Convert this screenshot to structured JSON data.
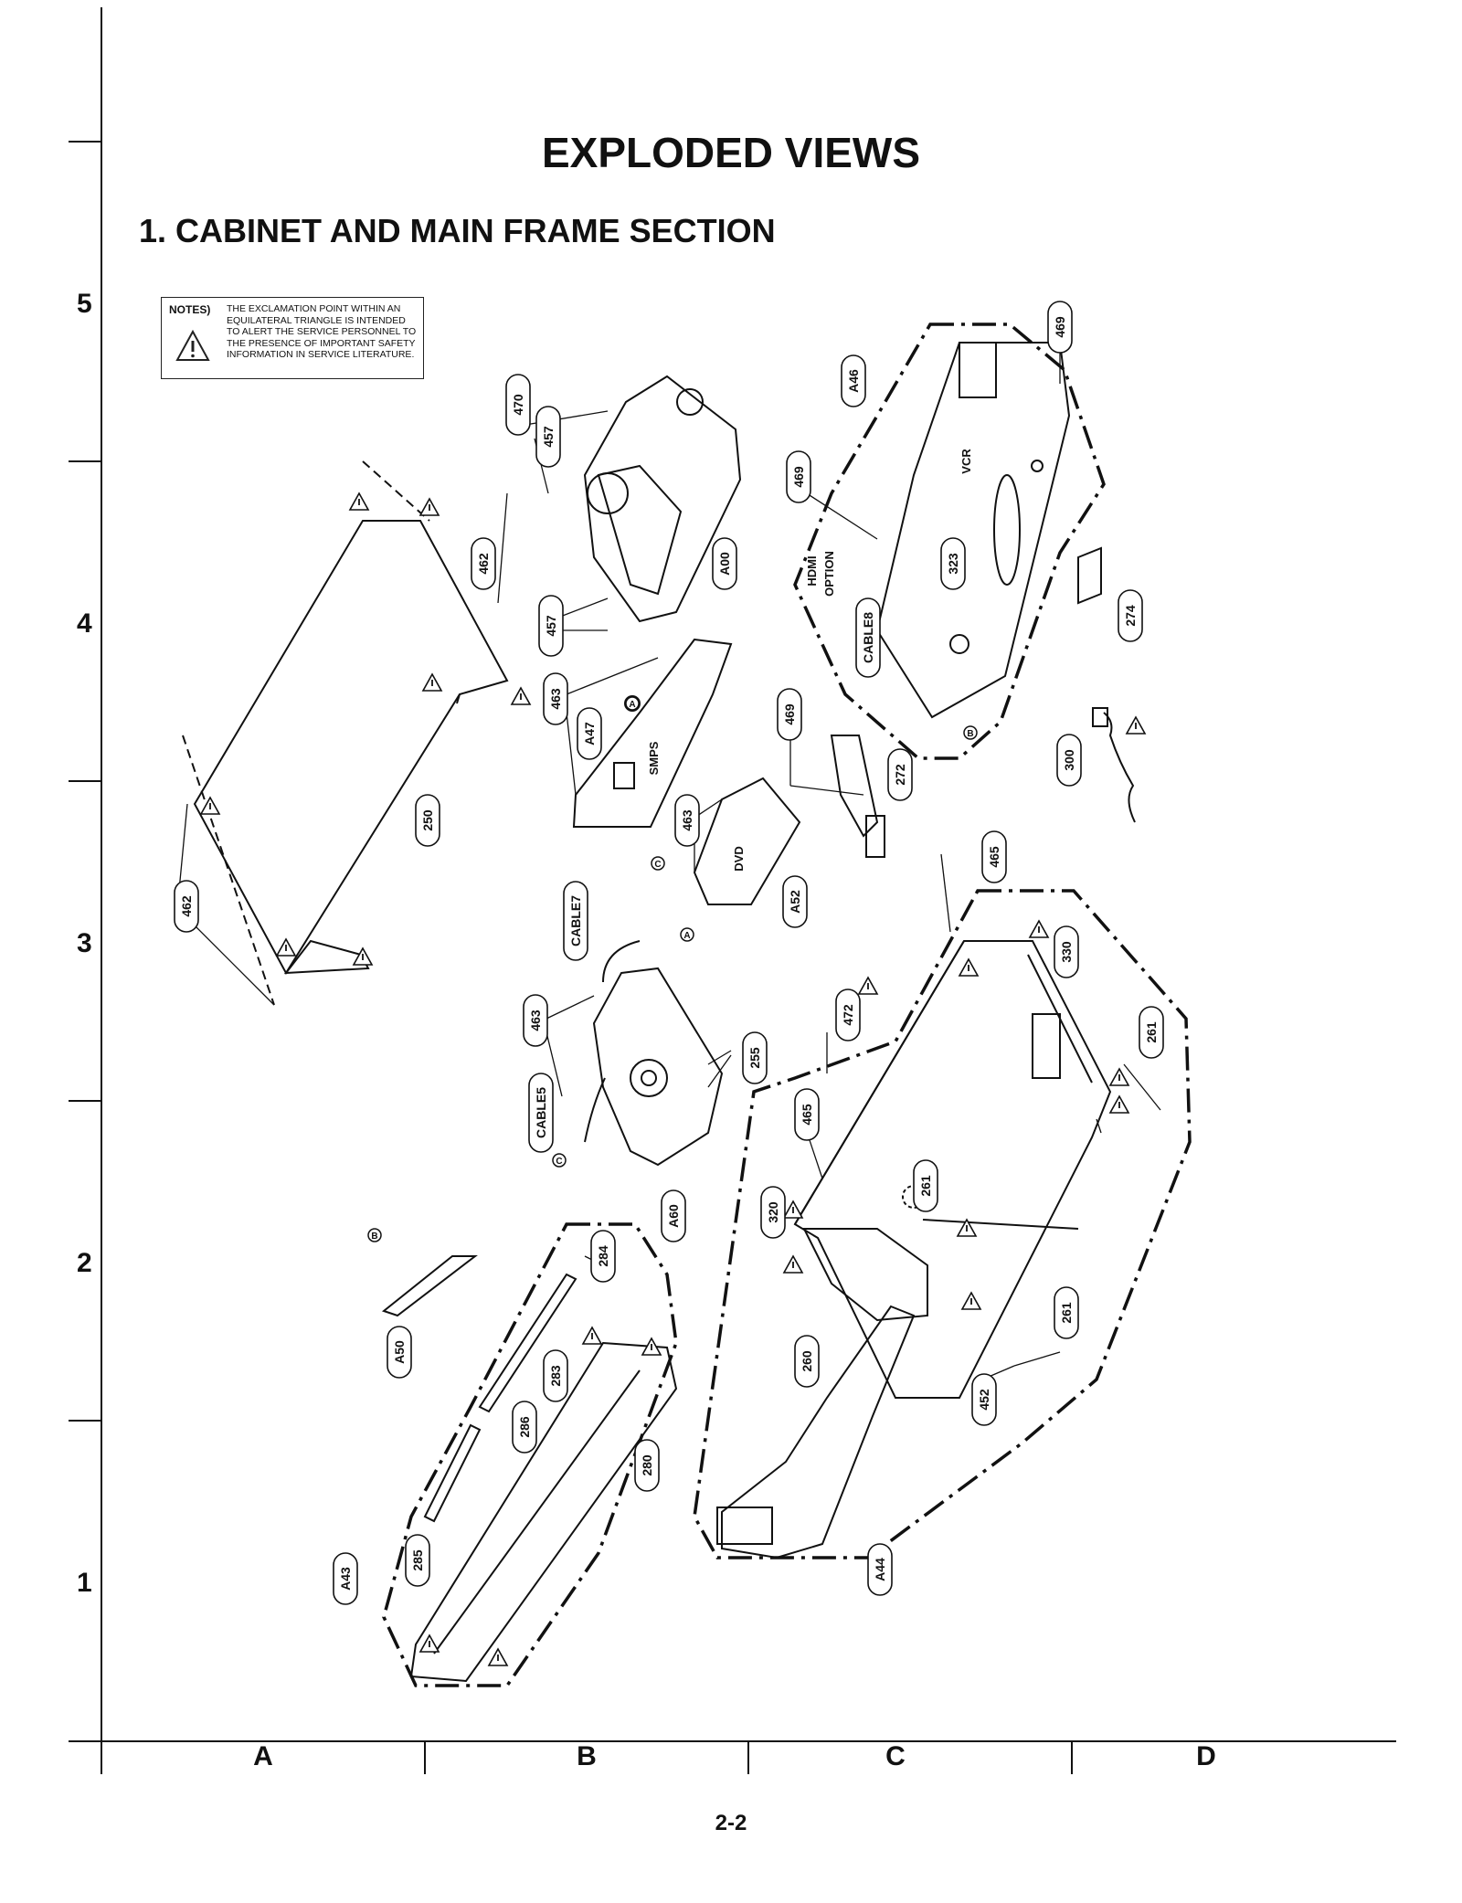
{
  "header": {
    "title": "EXPLODED VIEWS",
    "section": "1. CABINET AND MAIN FRAME SECTION"
  },
  "notes": {
    "label": "NOTES)",
    "text": "THE EXCLAMATION POINT WITHIN AN EQUILATERAL TRIANGLE IS INTENDED TO ALERT THE SERVICE PERSONNEL TO THE PRESENCE OF IMPORTANT SAFETY INFORMATION IN SERVICE LITERATURE.",
    "icon": "warning-triangle-icon"
  },
  "grid": {
    "rows": [
      "5",
      "4",
      "3",
      "2",
      "1"
    ],
    "columns": [
      "A",
      "B",
      "C",
      "D"
    ]
  },
  "part_labels": {
    "p470": "470",
    "p457a": "457",
    "p457b": "457",
    "p469a": "469",
    "p469b": "469",
    "p469c": "469",
    "a46": "A46",
    "a00": "A00",
    "p462a": "462",
    "p462b": "462",
    "hdmi": "HDMI",
    "option": "OPTION",
    "vcr": "VCR",
    "p323": "323",
    "cable8": "CABLE8",
    "p274": "274",
    "p463a": "463",
    "p463b": "463",
    "p463c": "463",
    "a47": "A47",
    "smps": "SMPS",
    "p272": "272",
    "p300": "300",
    "p250": "250",
    "dvd": "DVD",
    "a52": "A52",
    "p465a": "465",
    "p465b": "465",
    "cable7": "CABLE7",
    "p330": "330",
    "p472": "472",
    "p261a": "261",
    "p261b": "261",
    "p261c": "261",
    "p255": "255",
    "cable5": "CABLE5",
    "a60": "A60",
    "p320": "320",
    "p284": "284",
    "a50": "A50",
    "p283": "283",
    "p260": "260",
    "p452": "452",
    "p286": "286",
    "p280": "280",
    "p285": "285",
    "a43": "A43",
    "a44": "A44"
  },
  "refs": {
    "a": "A",
    "b": "B",
    "c": "C"
  },
  "footer": {
    "page": "2-2"
  }
}
